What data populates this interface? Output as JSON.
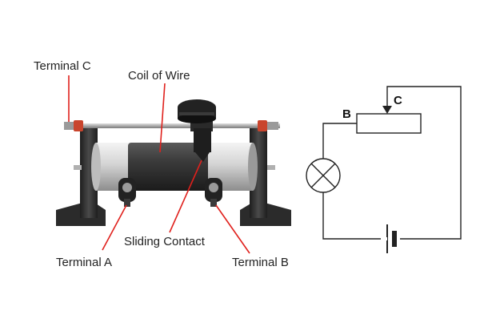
{
  "labels": {
    "terminal_c": "Terminal C",
    "coil_of_wire": "Coil of Wire",
    "sliding_contact": "Sliding Contact",
    "terminal_a": "Terminal A",
    "terminal_b": "Terminal B"
  },
  "circuit": {
    "label_b": "B",
    "label_c": "C"
  },
  "colors": {
    "leader_line": "#e0201c",
    "base": "#2b2b2b",
    "coil": "#3a3a3a",
    "tube_metal": "#c8c8c8",
    "wire": "#222222"
  },
  "icons": [
    "lamp-icon",
    "battery-icon",
    "rheostat-resistor-icon"
  ]
}
